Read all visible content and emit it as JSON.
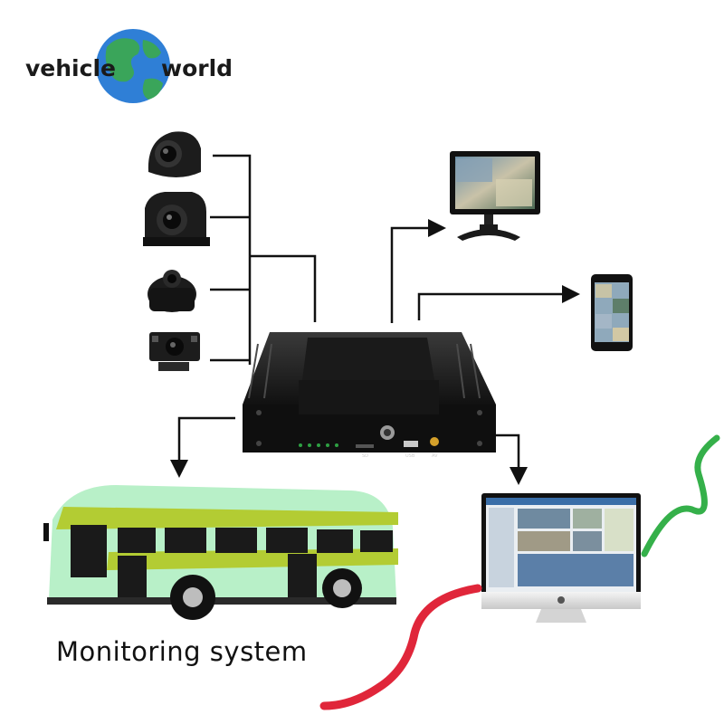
{
  "logo": {
    "word1": "vehicle",
    "word2": "world"
  },
  "caption": "Monitoring system",
  "dvr": {
    "port_labels": [
      "SD",
      "USB",
      "AV"
    ]
  },
  "colors": {
    "line": "#111111",
    "globe_water": "#2f7fd6",
    "globe_land": "#3aa55a",
    "bus_body": "#b8f0c8",
    "bus_stripe": "#b3cc33",
    "ribbon_green": "#35b04a",
    "ribbon_red": "#e0263a"
  },
  "icons": [
    "globe-icon",
    "dome-camera-icon",
    "side-camera-icon",
    "eyeball-camera-icon",
    "rear-camera-icon",
    "dvr-box-icon",
    "car-monitor-icon",
    "smartphone-icon",
    "bus-icon",
    "desktop-monitor-icon"
  ]
}
